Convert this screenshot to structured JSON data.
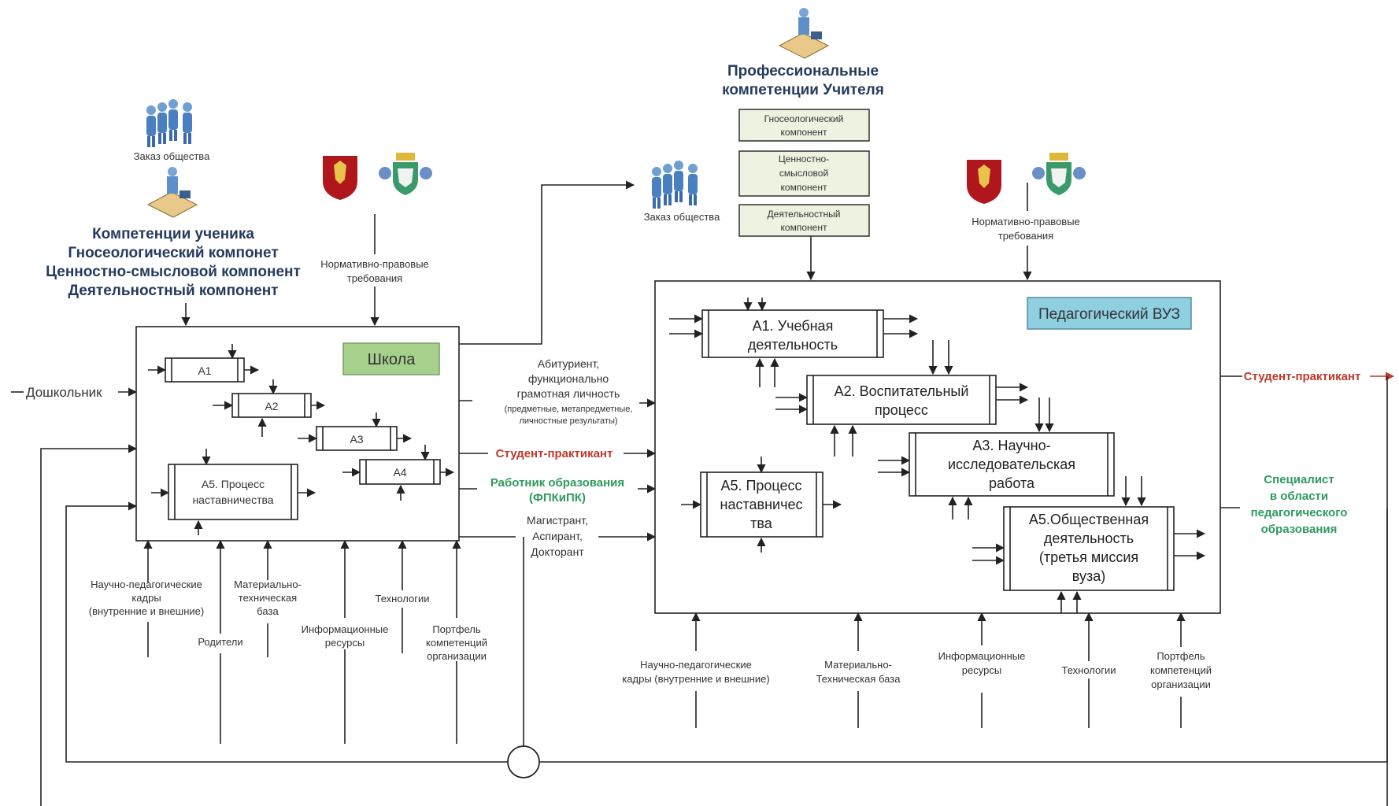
{
  "left": {
    "order_label": "Заказ общества",
    "student_competencies": [
      "Компетенции ученика",
      "Гносеологический компонет",
      "Ценностно-смысловой компонент",
      "Деятельностный компонент"
    ],
    "norms": [
      "Нормативно-правовые",
      "требования"
    ],
    "input": "Дошкольник",
    "school_label": "Школа",
    "processes": [
      "А1",
      "А2",
      "А3",
      "А4"
    ],
    "mentoring": [
      "А5. Процесс",
      "наставничества"
    ],
    "resources": {
      "staff": [
        "Научно-педагогические",
        "кадры",
        "(внутренние и внешние)"
      ],
      "parents": "Родители",
      "material": [
        "Материально-",
        "техническая",
        "база"
      ],
      "info": [
        "Информационные",
        "ресурсы"
      ],
      "tech": "Технологии",
      "portfolio": [
        "Портфель",
        "компетенций",
        "организации"
      ]
    }
  },
  "middle": {
    "applicant": [
      "Абитуриент,",
      "функционально",
      "грамотная личность",
      "(предметные, метапредметные,",
      "личностные результаты)"
    ],
    "student_trainee": "Студент-практикант",
    "educators": [
      "Работник образования",
      "(ФПКиПК)"
    ],
    "graduate": [
      "Магистрант,",
      "Аспирант,",
      "Докторант"
    ]
  },
  "top": {
    "title": [
      "Профессиональные",
      "компетенции Учителя"
    ],
    "components": [
      [
        "Гносеологический",
        "компонент"
      ],
      [
        "Ценностно-",
        "смысловой",
        "компонент"
      ],
      [
        "Деятельностный",
        "компонент"
      ]
    ],
    "order_label": "Заказ общества",
    "norms": [
      "Нормативно-правовые",
      "требования"
    ]
  },
  "right": {
    "university_label": "Педагогический ВУЗ",
    "a1": [
      "А1. Учебная",
      "деятельность"
    ],
    "a2": [
      "А2. Воспитательный",
      "процесс"
    ],
    "a3": [
      "А3. Научно-",
      "исследовательская",
      "работа"
    ],
    "a5": [
      "А5. Процесс",
      "наставничес",
      "тва"
    ],
    "a5_social": [
      "А5.Общественная",
      "деятельность",
      "(третья миссия",
      "вуза)"
    ],
    "output_trainee": "Студент-практикант",
    "output_specialist": [
      "Специалист",
      "в области",
      "педагогического",
      "образования"
    ],
    "resources": {
      "staff": [
        "Научно-педагогические",
        "кадры (внутренние и внешние)"
      ],
      "material": [
        "Материально-",
        "Техническая база"
      ],
      "info": [
        "Информационные",
        "ресурсы"
      ],
      "tech": "Технологии",
      "portfolio": [
        "Портфель",
        "компетенций",
        "организации"
      ]
    }
  },
  "colors": {
    "accent_red": "#c0392b",
    "accent_green": "#2e9a5e",
    "school_box": "#a8d08d",
    "university_box": "#8ecfe0",
    "navy_text": "#243a5e"
  }
}
